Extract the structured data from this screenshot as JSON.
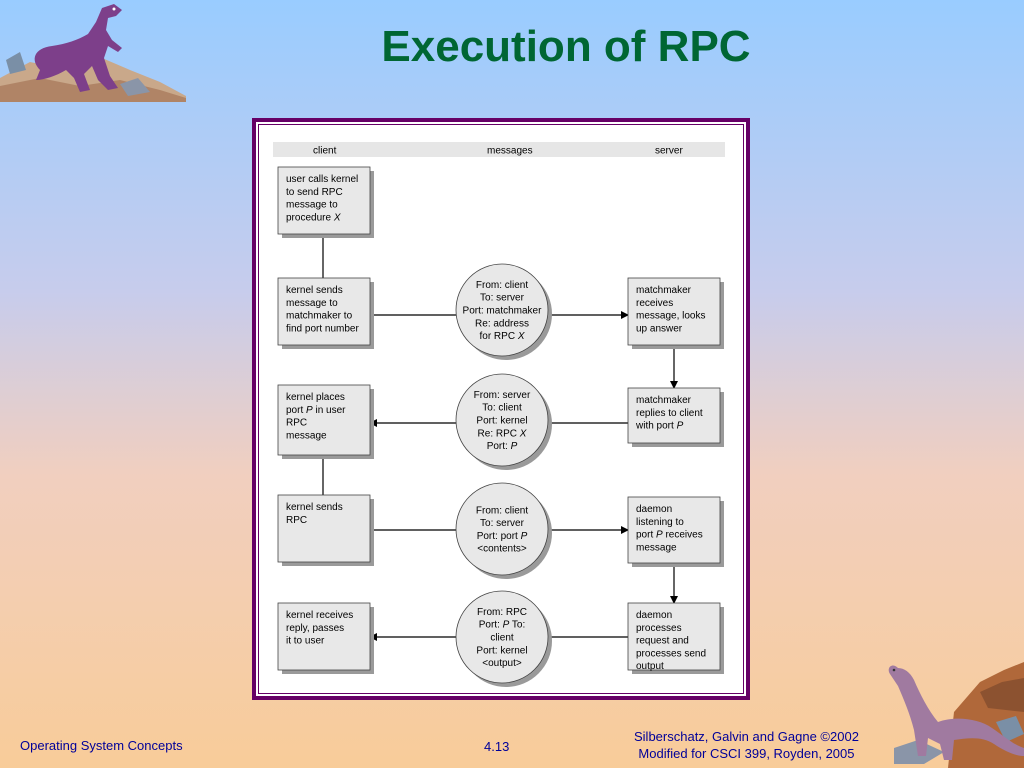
{
  "slide": {
    "title": "Execution of RPC",
    "footer_left": "Operating System Concepts",
    "footer_center": "4.13",
    "footer_right_line1": "Silberschatz, Galvin and  Gagne ©2002",
    "footer_right_line2": "Modified for CSCI 399, Royden, 2005"
  },
  "diagram": {
    "headers": {
      "client": "client",
      "messages": "messages",
      "server": "server"
    },
    "client_boxes": [
      [
        "user calls kernel",
        "to send RPC",
        "message to",
        "procedure |X|"
      ],
      [
        "kernel sends",
        "message to",
        "matchmaker to",
        "find port number"
      ],
      [
        "kernel places",
        "port |P| in user",
        "RPC",
        "message"
      ],
      [
        "kernel sends",
        "RPC"
      ],
      [
        "kernel receives",
        "reply, passes",
        " it to user"
      ]
    ],
    "messages": [
      [
        "From: client",
        "To: server",
        "Port: matchmaker",
        "Re: address",
        "for RPC |X|"
      ],
      [
        "From: server",
        "To: client",
        "Port: kernel",
        "Re: RPC |X|",
        "Port: |P|"
      ],
      [
        "From: client",
        "To: server",
        "Port: port |P|",
        "<contents>"
      ],
      [
        "From: RPC",
        "Port: |P| To:",
        "client",
        "Port: kernel",
        "<output>"
      ]
    ],
    "server_boxes": [
      [
        "matchmaker",
        "receives",
        "message, looks",
        "up answer"
      ],
      [
        "matchmaker",
        "replies to client",
        "with port |P|"
      ],
      [
        "daemon",
        "listening to",
        "port |P| receives",
        "message"
      ],
      [
        "daemon",
        "processes",
        "request and",
        "processes send",
        "output"
      ]
    ]
  },
  "colors": {
    "title": "#006633",
    "footer": "#000099",
    "frame": "#660066"
  }
}
